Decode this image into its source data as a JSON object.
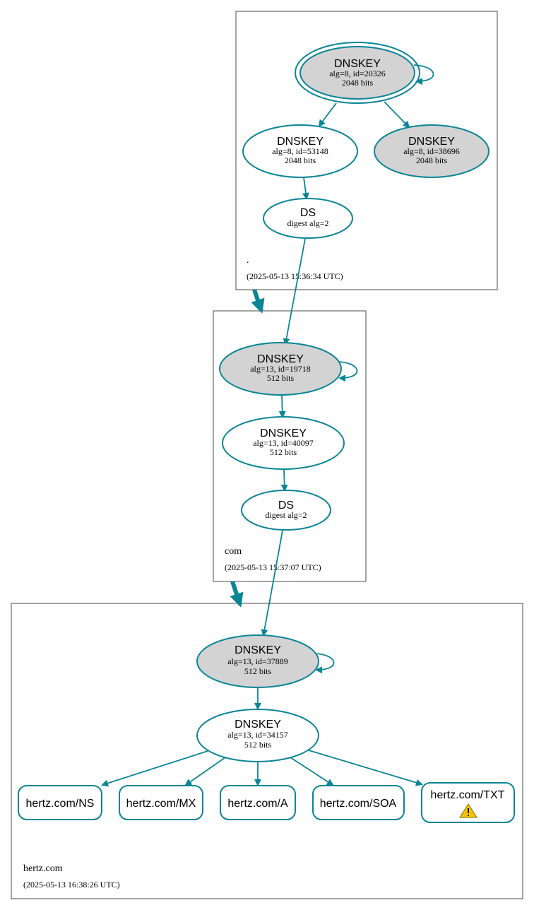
{
  "zones": {
    "root": {
      "name": ".",
      "timestamp": "(2025-05-13 15:36:34 UTC)"
    },
    "com": {
      "name": "com",
      "timestamp": "(2025-05-13 15:37:07 UTC)"
    },
    "hertz": {
      "name": "hertz.com",
      "timestamp": "(2025-05-13 16:38:26 UTC)"
    }
  },
  "nodes": {
    "root_ksk": {
      "title": "DNSKEY",
      "line1": "alg=8, id=20326",
      "line2": "2048 bits"
    },
    "root_zsk1": {
      "title": "DNSKEY",
      "line1": "alg=8, id=53148",
      "line2": "2048 bits"
    },
    "root_zsk2": {
      "title": "DNSKEY",
      "line1": "alg=8, id=38696",
      "line2": "2048 bits"
    },
    "root_ds": {
      "title": "DS",
      "line1": "digest alg=2"
    },
    "com_ksk": {
      "title": "DNSKEY",
      "line1": "alg=13, id=19718",
      "line2": "512 bits"
    },
    "com_zsk": {
      "title": "DNSKEY",
      "line1": "alg=13, id=40097",
      "line2": "512 bits"
    },
    "com_ds": {
      "title": "DS",
      "line1": "digest alg=2"
    },
    "hertz_ksk": {
      "title": "DNSKEY",
      "line1": "alg=13, id=37889",
      "line2": "512 bits"
    },
    "hertz_zsk": {
      "title": "DNSKEY",
      "line1": "alg=13, id=34157",
      "line2": "512 bits"
    }
  },
  "records": {
    "ns": "hertz.com/NS",
    "mx": "hertz.com/MX",
    "a": "hertz.com/A",
    "soa": "hertz.com/SOA",
    "txt": "hertz.com/TXT"
  },
  "icons": {
    "txt_warning": "warning-icon"
  },
  "colors": {
    "edge": "#0a8595",
    "key_fill": "#d3d3d3",
    "warning": "#f2c500"
  }
}
